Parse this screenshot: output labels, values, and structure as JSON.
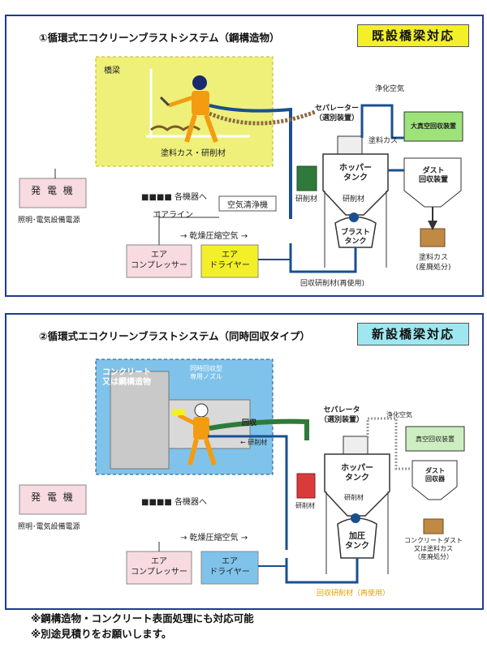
{
  "panel1": {
    "title": "①循環式エコクリーンブラストシステム（鋼構造物）",
    "badge": "既設橋梁対応",
    "work_area_label": "橋梁",
    "residue_label": "塗料カス・研削材",
    "generator": "発 電 機",
    "generator_note": "照明･電気設備電源",
    "to_equipment": "■■■■ 各機器へ",
    "air_cleaner": "空気清浄機",
    "air_line": "エアライン",
    "dry_air": "→ 乾燥圧縮空気 →",
    "compressor": [
      "エア",
      "コンプレッサー"
    ],
    "dryer": [
      "エア",
      "ドライヤー"
    ],
    "separator": [
      "セパレーター",
      "（選別装置）"
    ],
    "hopper": [
      "ホッパー",
      "タンク"
    ],
    "abrasive_in_tank": "研削材",
    "abrasive_drum": "研削材",
    "blast_tank": [
      "ブラスト",
      "タンク"
    ],
    "paint_residue": "塗料カス",
    "purified_air": "浄化空気",
    "vacuum": "大真空回収装置",
    "dust": [
      "ダスト",
      "回収装置"
    ],
    "waste": [
      "塗料カス",
      "(産廃処分)"
    ],
    "recovered": "回収研削材(再使用)"
  },
  "panel2": {
    "title": "②循環式エコクリーンブラストシステム（同時回収タイプ）",
    "badge": "新設橋梁対応",
    "work_area_label": [
      "コンクリート",
      "又は鋼構造物"
    ],
    "nozzle_label": [
      "同時回収型",
      "専用ノズル"
    ],
    "recovery": "回収",
    "abrasive_flow": "← 研削材",
    "generator": "発 電 機",
    "generator_note": "照明･電気設備電源",
    "to_equipment": "■■■■ 各機器へ",
    "dry_air": "→ 乾燥圧縮空気 →",
    "compressor": [
      "エア",
      "コンプレッサー"
    ],
    "dryer": [
      "エア",
      "ドライヤー"
    ],
    "separator": [
      "セパレータ",
      "（選別装置）"
    ],
    "hopper": [
      "ホッパー",
      "タンク"
    ],
    "abrasive_in_tank": "研削材",
    "abrasive_drum": "研削材",
    "pressure_tank": [
      "加圧",
      "タンク"
    ],
    "purified_air": "浄化空気",
    "vacuum": "真空回収装置",
    "dust": [
      "ダスト",
      "回収器"
    ],
    "waste": [
      "コンクリートダスト",
      "又は塗料カス",
      "（産廃処分）"
    ],
    "recovered": "回収研削材（再使用）"
  },
  "notes": [
    "※鋼構造物・コンクリート表面処理にも対応可能",
    "※別途見積りをお願いします。"
  ],
  "colors": {
    "border": "#1f3a93",
    "yellow": "#f3f02a",
    "cyan": "#9fe7f0",
    "pink": "#f7dbe0",
    "yellow_area": "#eef07a",
    "blue_area": "#7fc3ea",
    "pipe": "#1a4f8f"
  }
}
